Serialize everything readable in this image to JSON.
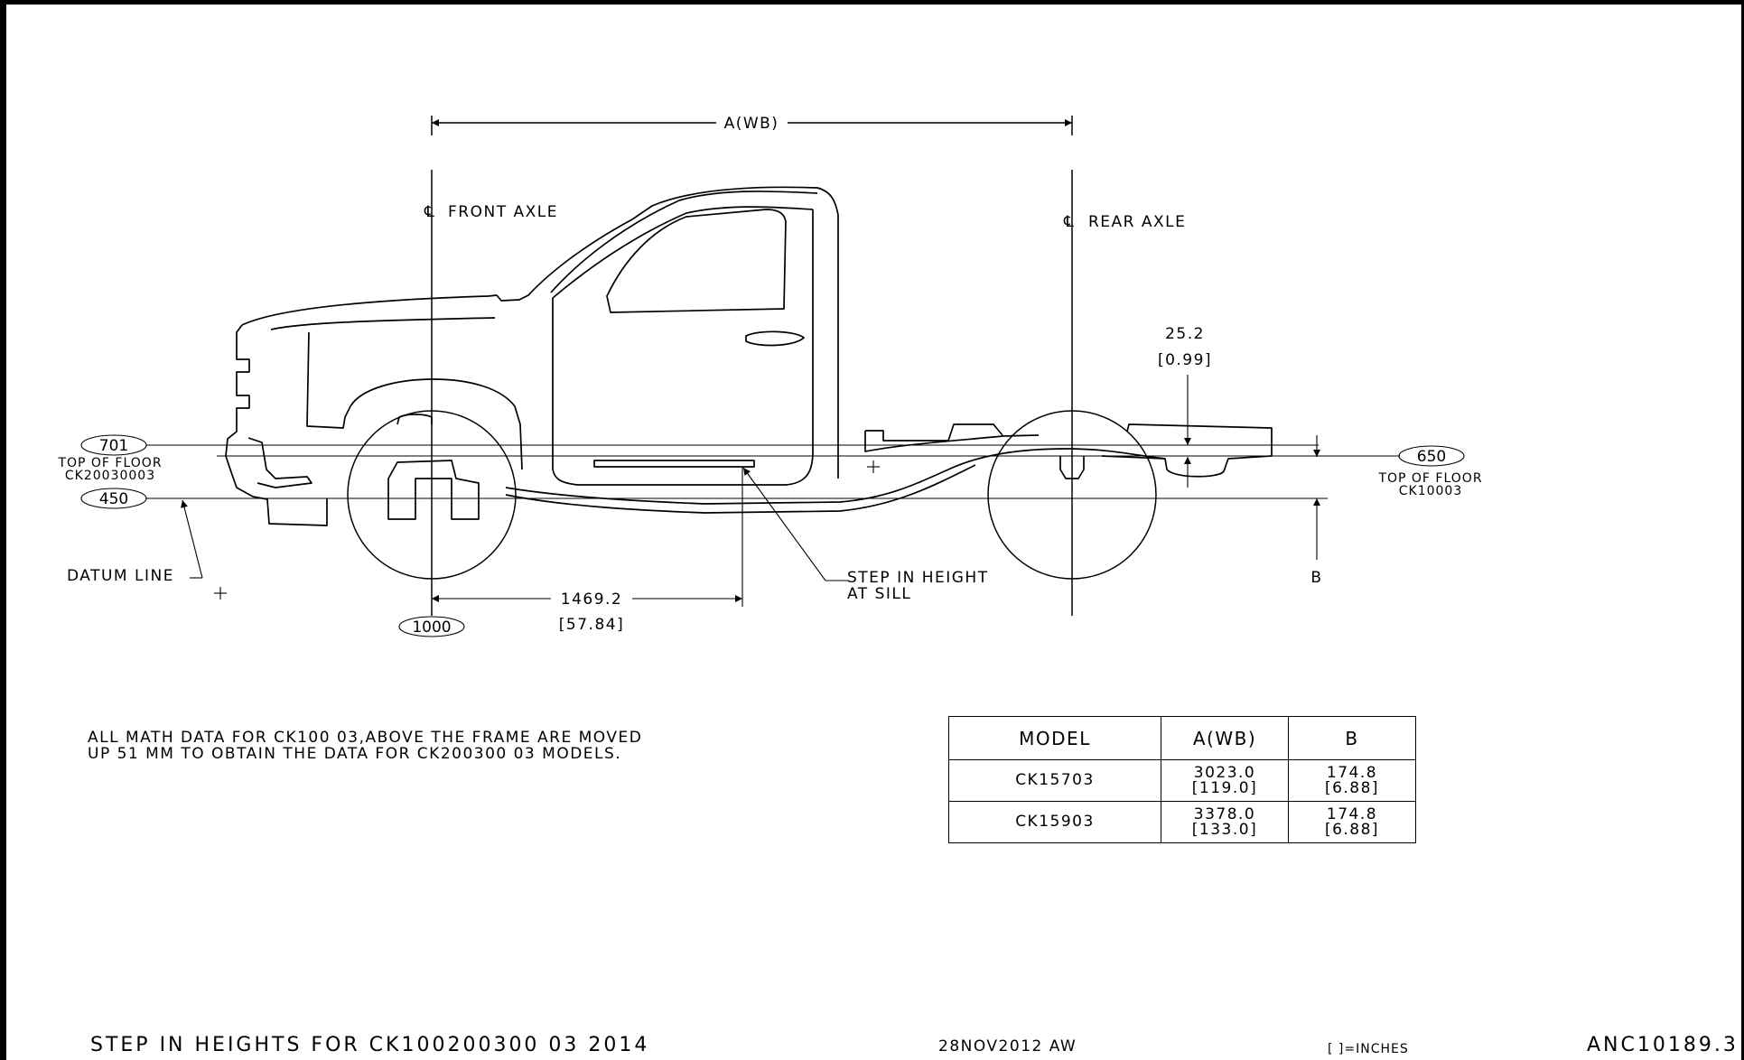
{
  "title": "STEP IN HEIGHTS FOR CK100200300 03 2014",
  "date_stamp": "28NOV2012 AW",
  "units_note": "[ ]=INCHES",
  "drawing_id": "ANC10189.3",
  "labels": {
    "wheelbase": "A(WB)",
    "front_axle": "FRONT AXLE",
    "rear_axle": "REAR AXLE",
    "centerline_symbol": "℄",
    "datum_line": "DATUM LINE",
    "step_height_l1": "STEP IN HEIGHT",
    "step_height_l2": "AT SILL",
    "b_dim": "B",
    "top_of_floor_left_l1": "TOP OF FLOOR",
    "top_of_floor_left_l2": "CK20030003",
    "top_of_floor_right_l1": "TOP OF FLOOR",
    "top_of_floor_right_l2": "CK10003"
  },
  "dimensions": {
    "floor_step_mm": "25.2",
    "floor_step_in": "[0.99]",
    "sill_offset_mm": "1469.2",
    "sill_offset_in": "[57.84]"
  },
  "reference_ovals": {
    "front_floor": "701",
    "datum": "450",
    "rear_floor": "650",
    "front_axle_station": "1000"
  },
  "note": {
    "line1": "ALL MATH DATA FOR CK100 03,ABOVE THE FRAME ARE MOVED",
    "line2": "UP 51 MM TO OBTAIN THE DATA FOR CK200300 03 MODELS."
  },
  "table": {
    "headers": [
      "MODEL",
      "A(WB)",
      "B"
    ],
    "rows": [
      {
        "model": "CK15703",
        "a_mm": "3023.0",
        "a_in": "[119.0]",
        "b_mm": "174.8",
        "b_in": "[6.88]"
      },
      {
        "model": "CK15903",
        "a_mm": "3378.0",
        "a_in": "[133.0]",
        "b_mm": "174.8",
        "b_in": "[6.88]"
      }
    ]
  }
}
